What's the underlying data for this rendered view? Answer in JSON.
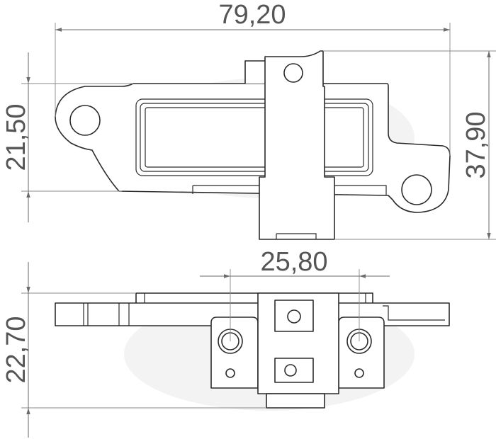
{
  "dimensions": {
    "overall_length": "79,20",
    "mount_height": "21,50",
    "overall_height": "37,90",
    "terminal_spacing": "25,80",
    "side_height": "22,70"
  },
  "colors": {
    "line": "#2b2b2b",
    "dimension": "#6a6a6a",
    "text": "#555555",
    "watermark": "#e9e9e9"
  }
}
